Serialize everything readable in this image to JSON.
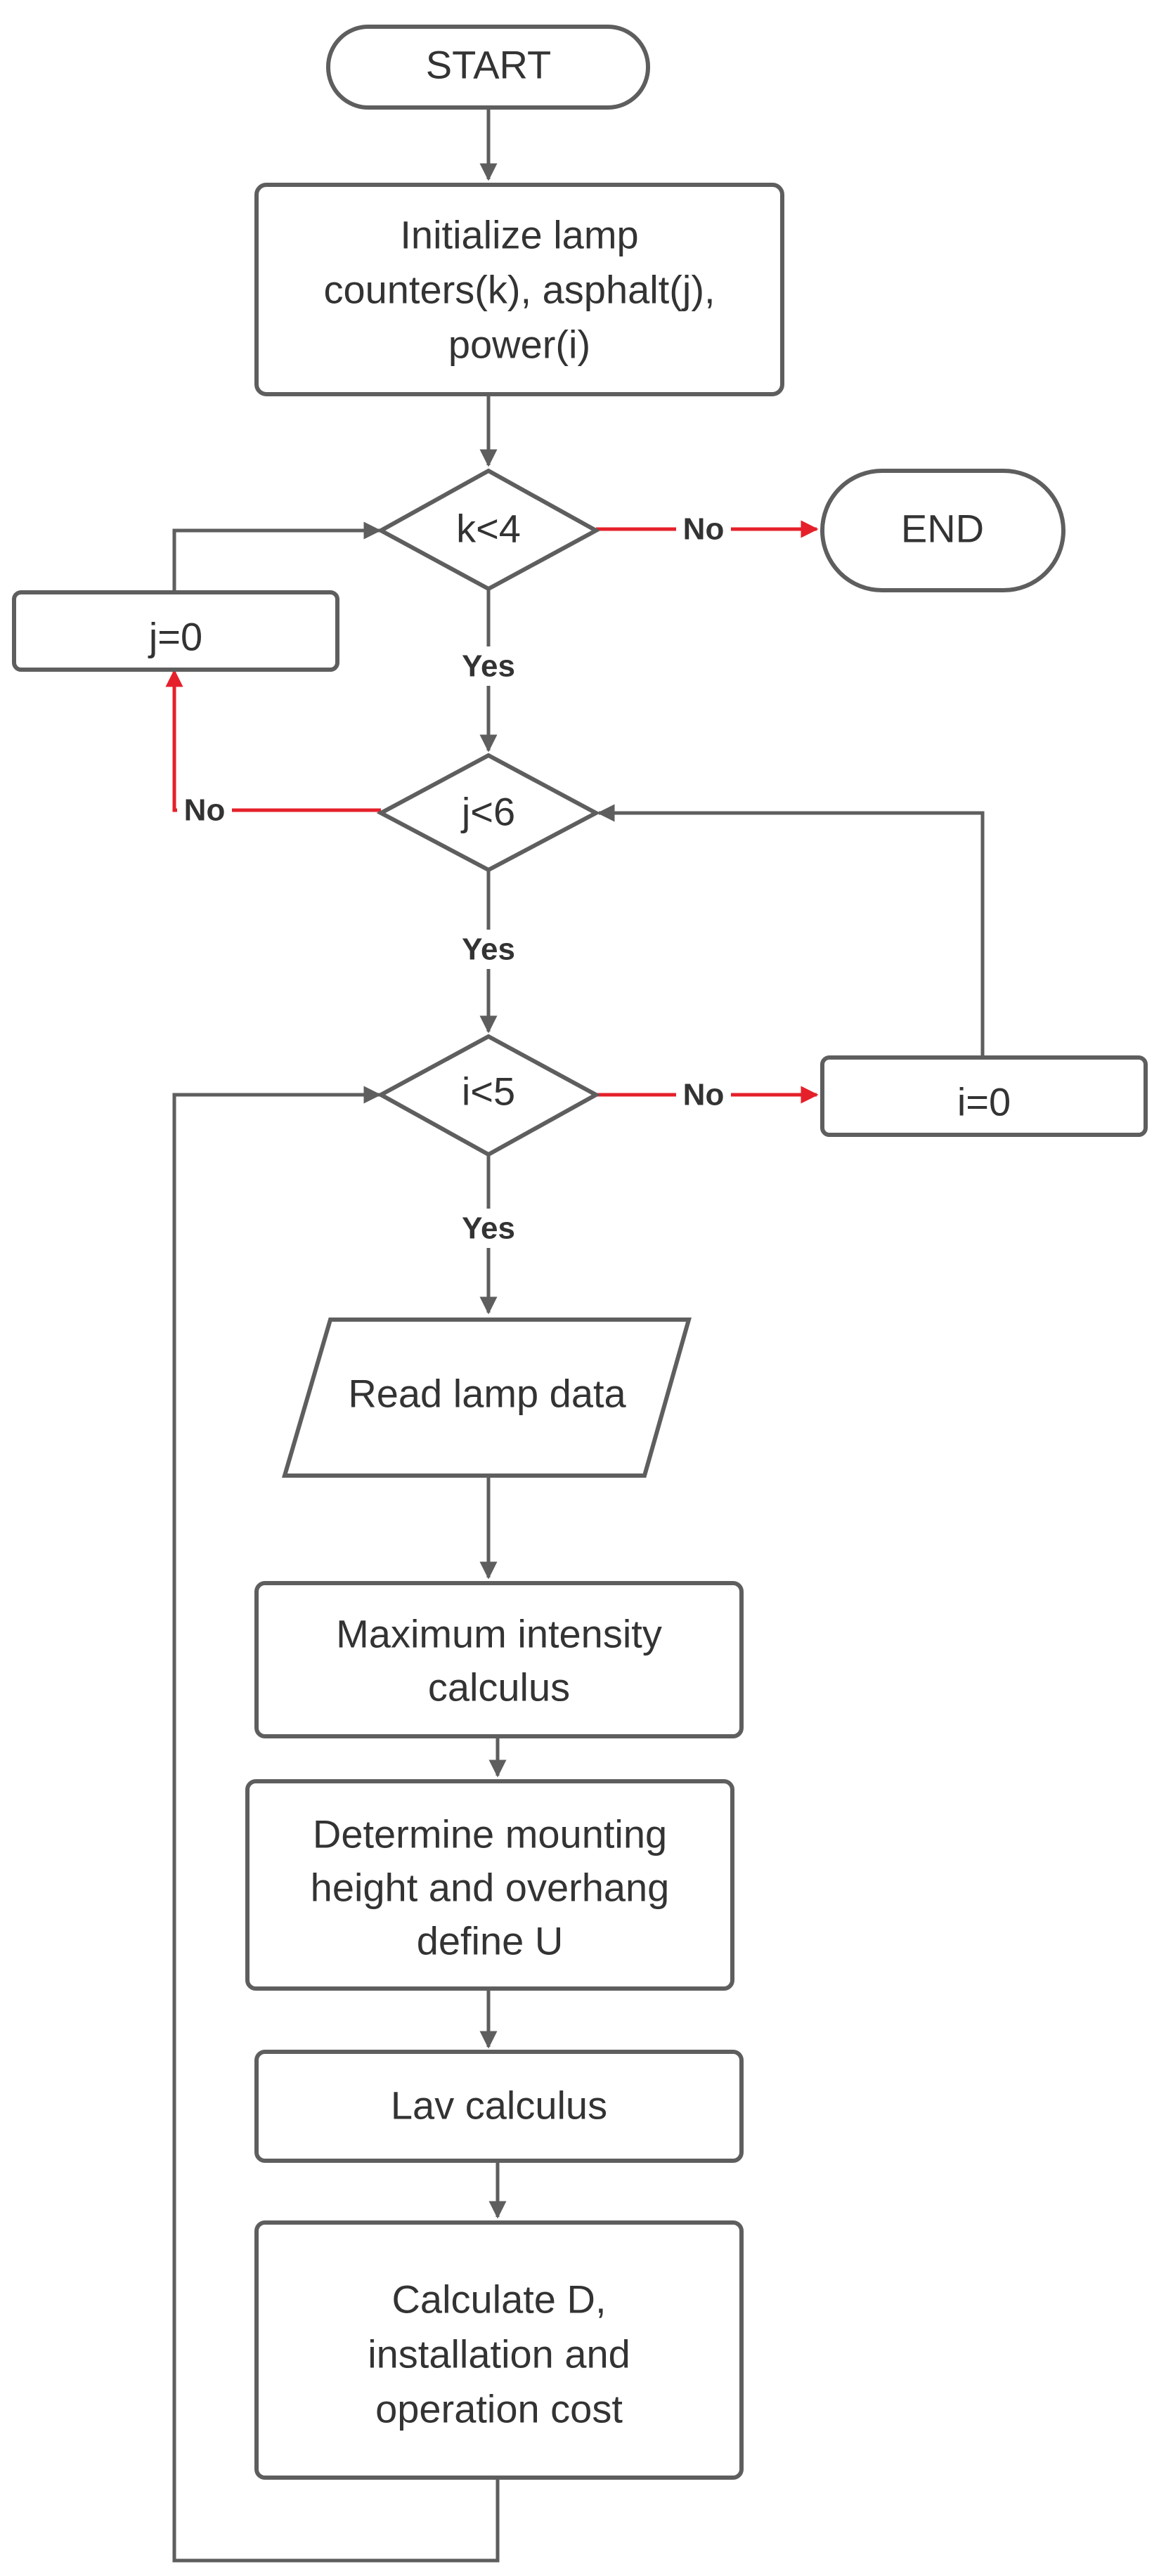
{
  "colors": {
    "shape_stroke": "#5e5e5e",
    "text": "#333333",
    "no_branch": "#e5202a",
    "flow": "#5e5e5e"
  },
  "nodes": {
    "start": "START",
    "init": [
      "Initialize lamp",
      "counters(k), asphalt(j),",
      "power(i)"
    ],
    "cond_k": "k<4",
    "end": "END",
    "reset_j": "j=0",
    "cond_j": "j<6",
    "cond_i": "i<5",
    "reset_i": "i=0",
    "read": "Read lamp data",
    "max_intensity": [
      "Maximum intensity",
      "calculus"
    ],
    "mounting": [
      "Determine mounting",
      "height and overhang",
      "define U"
    ],
    "lav": "Lav calculus",
    "calc_d": [
      "Calculate D,",
      "installation and",
      "operation cost"
    ]
  },
  "edge_labels": {
    "k_yes": "Yes",
    "k_no": "No",
    "j_yes": "Yes",
    "j_no": "No",
    "i_yes": "Yes",
    "i_no": "No"
  }
}
